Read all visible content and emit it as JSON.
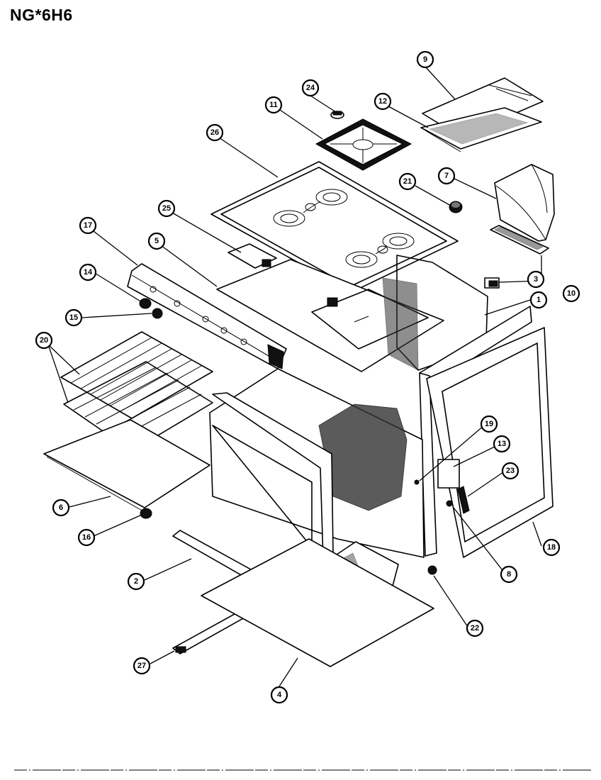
{
  "page": {
    "title": "NG*6H6"
  },
  "callouts": [
    {
      "id": "c9",
      "label": "9"
    },
    {
      "id": "c24",
      "label": "24"
    },
    {
      "id": "c11",
      "label": "11"
    },
    {
      "id": "c12",
      "label": "12"
    },
    {
      "id": "c26",
      "label": "26"
    },
    {
      "id": "c21",
      "label": "21"
    },
    {
      "id": "c7",
      "label": "7"
    },
    {
      "id": "c25",
      "label": "25"
    },
    {
      "id": "c17",
      "label": "17"
    },
    {
      "id": "c5",
      "label": "5"
    },
    {
      "id": "c3",
      "label": "3"
    },
    {
      "id": "c10",
      "label": "10"
    },
    {
      "id": "c14",
      "label": "14"
    },
    {
      "id": "c1",
      "label": "1"
    },
    {
      "id": "c15",
      "label": "15"
    },
    {
      "id": "c20",
      "label": "20"
    },
    {
      "id": "c19",
      "label": "19"
    },
    {
      "id": "c13",
      "label": "13"
    },
    {
      "id": "c23",
      "label": "23"
    },
    {
      "id": "c6",
      "label": "6"
    },
    {
      "id": "c16",
      "label": "16"
    },
    {
      "id": "c8",
      "label": "8"
    },
    {
      "id": "c18",
      "label": "18"
    },
    {
      "id": "c2",
      "label": "2"
    },
    {
      "id": "c22",
      "label": "22"
    },
    {
      "id": "c27",
      "label": "27"
    },
    {
      "id": "c4",
      "label": "4"
    }
  ]
}
